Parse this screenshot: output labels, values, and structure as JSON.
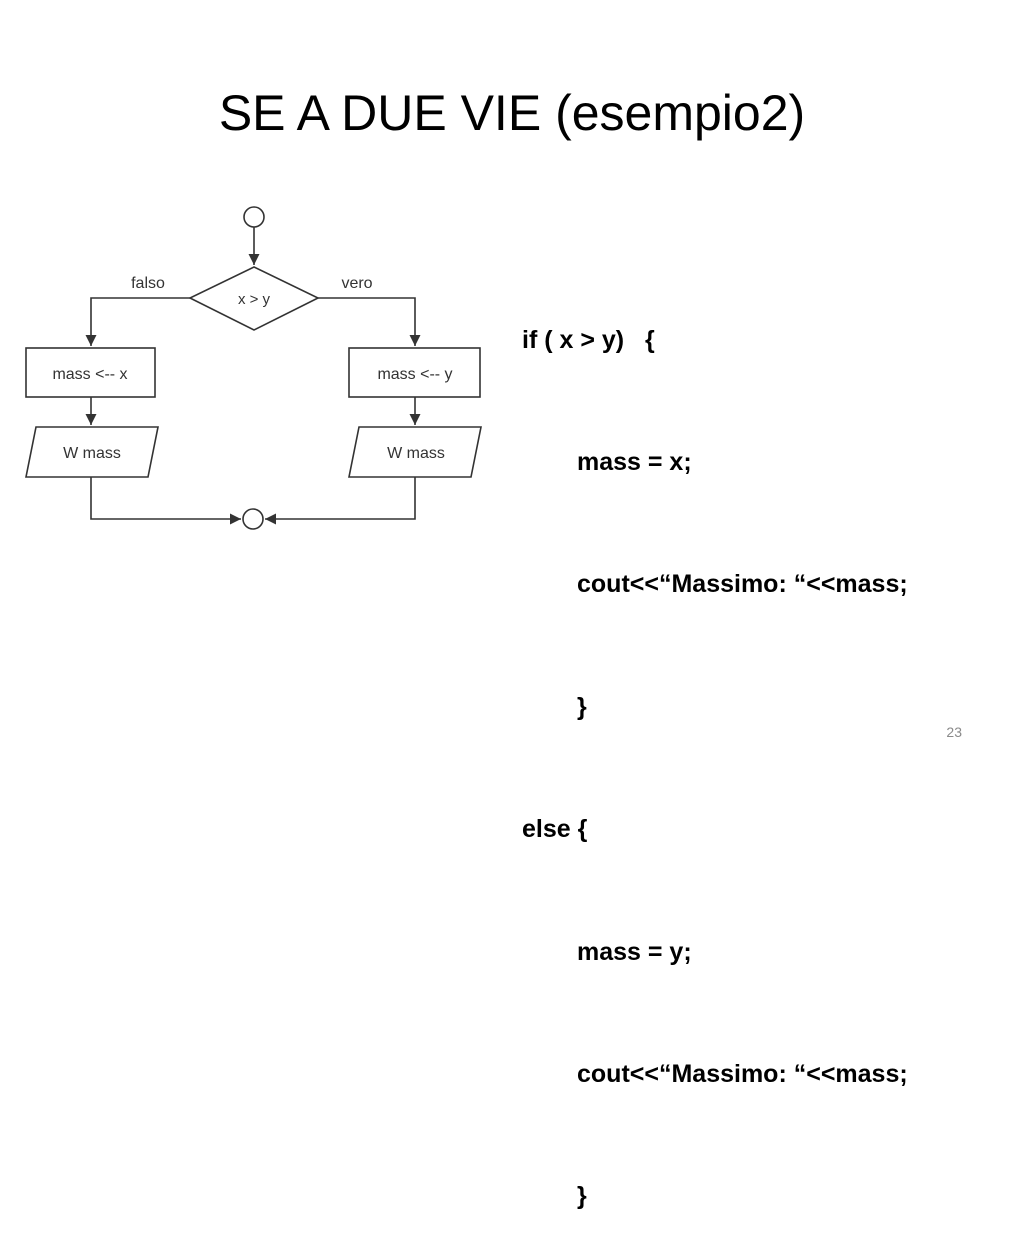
{
  "slide": {
    "title": "SE A DUE VIE (esempio2)",
    "page_number": "23"
  },
  "flowchart": {
    "decision": "x > y",
    "false_label": "falso",
    "true_label": "vero",
    "left_assign": "mass <-- x",
    "right_assign": "mass <-- y",
    "left_output": "W mass",
    "right_output": "W mass"
  },
  "code": {
    "lines": [
      {
        "text": "if ( x > y)   {",
        "indent": false
      },
      {
        "text": "mass = x;",
        "indent": true
      },
      {
        "text": "cout<<“Massimo: “<<mass;",
        "indent": true
      },
      {
        "text": "}",
        "indent": true
      },
      {
        "text": "else {",
        "indent": false
      },
      {
        "text": "mass = y;",
        "indent": true
      },
      {
        "text": "cout<<“Massimo: “<<mass;",
        "indent": true
      },
      {
        "text": "}",
        "indent": true
      }
    ]
  },
  "colors": {
    "stroke": "#333333",
    "text": "#000000",
    "page_number": "#8a8a8a"
  }
}
